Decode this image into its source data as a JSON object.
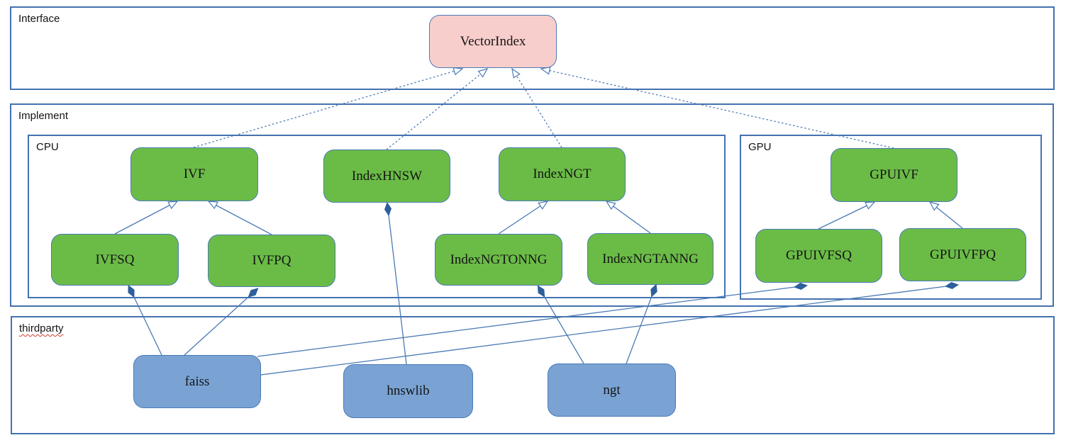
{
  "colors": {
    "line": "#4a7ab5",
    "diamond": "#2e5f9c",
    "container_border": "#4472b0",
    "node_green": "#6bbc47",
    "node_pink": "#f8cecc",
    "node_blue": "#7aa3d4",
    "node_border": "#4a7ab5",
    "text": "#141414",
    "squiggle": "#d03a2a"
  },
  "containers": {
    "interface": {
      "label": "Interface"
    },
    "implement": {
      "label": "Implement"
    },
    "cpu": {
      "label": "CPU"
    },
    "gpu": {
      "label": "GPU"
    },
    "thirdparty": {
      "label": "thirdparty"
    }
  },
  "nodes": {
    "vectorindex": {
      "label": "VectorIndex",
      "kind": "interface"
    },
    "ivf": {
      "label": "IVF",
      "kind": "cpu-class"
    },
    "indexhnsw": {
      "label": "IndexHNSW",
      "kind": "cpu-class"
    },
    "indexngt": {
      "label": "IndexNGT",
      "kind": "cpu-class"
    },
    "ivfsq": {
      "label": "IVFSQ",
      "kind": "cpu-class"
    },
    "ivfpq": {
      "label": "IVFPQ",
      "kind": "cpu-class"
    },
    "indexngtonng": {
      "label": "IndexNGTONNG",
      "kind": "cpu-class"
    },
    "indexngtanng": {
      "label": "IndexNGTANNG",
      "kind": "cpu-class"
    },
    "gpuivf": {
      "label": "GPUIVF",
      "kind": "gpu-class"
    },
    "gpuivfsq": {
      "label": "GPUIVFSQ",
      "kind": "gpu-class"
    },
    "gpuivfpq": {
      "label": "GPUIVFPQ",
      "kind": "gpu-class"
    },
    "faiss": {
      "label": "faiss",
      "kind": "thirdparty-lib"
    },
    "hnswlib": {
      "label": "hnswlib",
      "kind": "thirdparty-lib"
    },
    "ngt": {
      "label": "ngt",
      "kind": "thirdparty-lib"
    }
  },
  "edges": [
    {
      "from": "IVF",
      "to": "VectorIndex",
      "type": "realization"
    },
    {
      "from": "IndexHNSW",
      "to": "VectorIndex",
      "type": "realization"
    },
    {
      "from": "IndexNGT",
      "to": "VectorIndex",
      "type": "realization"
    },
    {
      "from": "GPUIVF",
      "to": "VectorIndex",
      "type": "realization"
    },
    {
      "from": "IVFSQ",
      "to": "IVF",
      "type": "generalization"
    },
    {
      "from": "IVFPQ",
      "to": "IVF",
      "type": "generalization"
    },
    {
      "from": "IndexNGTONNG",
      "to": "IndexNGT",
      "type": "generalization"
    },
    {
      "from": "IndexNGTANNG",
      "to": "IndexNGT",
      "type": "generalization"
    },
    {
      "from": "GPUIVFSQ",
      "to": "GPUIVF",
      "type": "generalization"
    },
    {
      "from": "GPUIVFPQ",
      "to": "GPUIVF",
      "type": "generalization"
    },
    {
      "from": "faiss",
      "to": "IVFSQ",
      "type": "composition"
    },
    {
      "from": "faiss",
      "to": "IVFPQ",
      "type": "composition"
    },
    {
      "from": "faiss",
      "to": "GPUIVFSQ",
      "type": "composition"
    },
    {
      "from": "faiss",
      "to": "GPUIVFPQ",
      "type": "composition"
    },
    {
      "from": "hnswlib",
      "to": "IndexHNSW",
      "type": "composition"
    },
    {
      "from": "ngt",
      "to": "IndexNGTONNG",
      "type": "composition"
    },
    {
      "from": "ngt",
      "to": "IndexNGTANNG",
      "type": "composition"
    }
  ]
}
